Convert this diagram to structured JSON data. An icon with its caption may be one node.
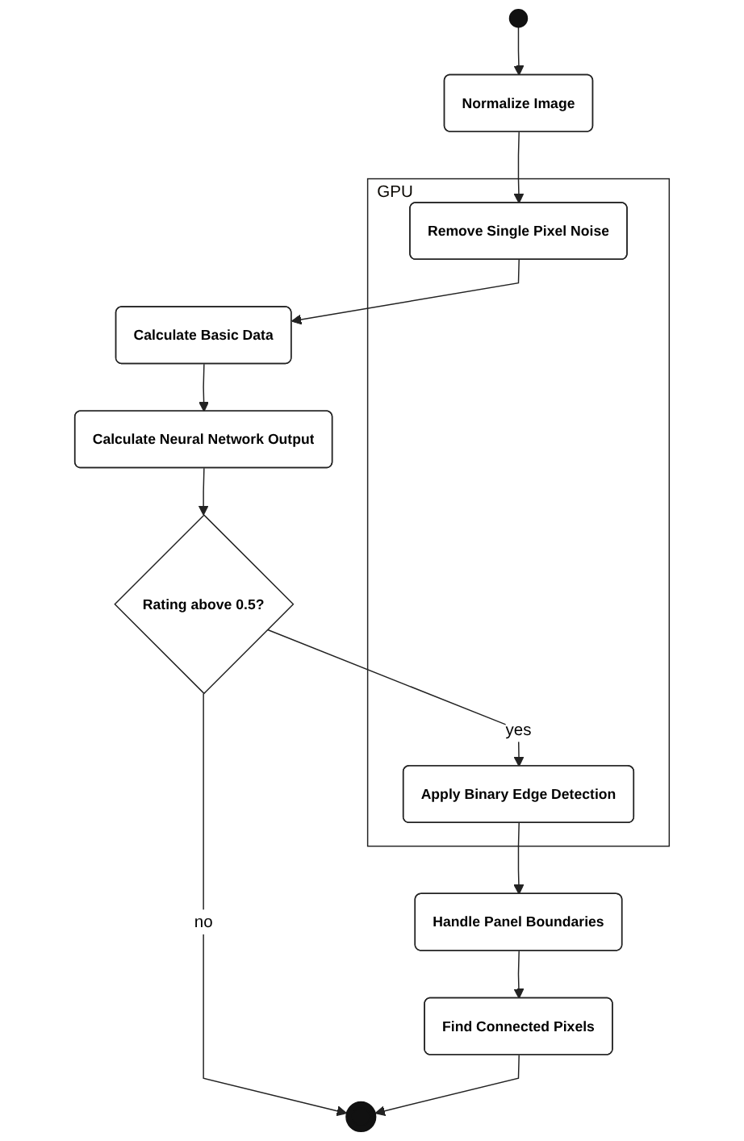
{
  "diagram": {
    "nodes": [
      {
        "text": [],
        "shape": "circle"
      },
      {
        "text": [
          "Normalize Image"
        ]
      },
      {
        "text": [
          "GPU"
        ]
      },
      {
        "text": [
          "Remove Single Pixel Noise"
        ],
        "in": 2
      },
      {
        "text": [
          "Calculate Basic Data"
        ]
      },
      {
        "text": [
          "Calculate Neural Network Output"
        ]
      },
      {
        "text": [
          "Rating above 0.5?"
        ]
      },
      {
        "text": [
          "Apply Binary Edge Detection"
        ],
        "in": 2
      },
      {
        "text": [
          "Handle Panel Boundaries"
        ]
      },
      {
        "text": [
          "Find Connected Pixels"
        ]
      },
      {
        "text": [],
        "shape": "circle"
      }
    ],
    "edges": [
      {
        "from": 0,
        "to": 1,
        "arrow": "to"
      },
      {
        "from": 1,
        "to": 3,
        "arrow": "to"
      },
      {
        "from": 3,
        "to": 4,
        "arrow": "to"
      },
      {
        "from": 4,
        "to": 5,
        "arrow": "to"
      },
      {
        "from": 5,
        "to": 6,
        "arrow": "to"
      },
      {
        "from": 6,
        "to": 7,
        "label": "yes",
        "arrow": "to"
      },
      {
        "from": 6,
        "to": 10,
        "label": "no",
        "arrow": "to"
      },
      {
        "from": 7,
        "to": 8,
        "arrow": "to"
      },
      {
        "from": 8,
        "to": 9,
        "arrow": "to"
      },
      {
        "from": 9,
        "to": 10,
        "arrow": "to"
      }
    ]
  }
}
